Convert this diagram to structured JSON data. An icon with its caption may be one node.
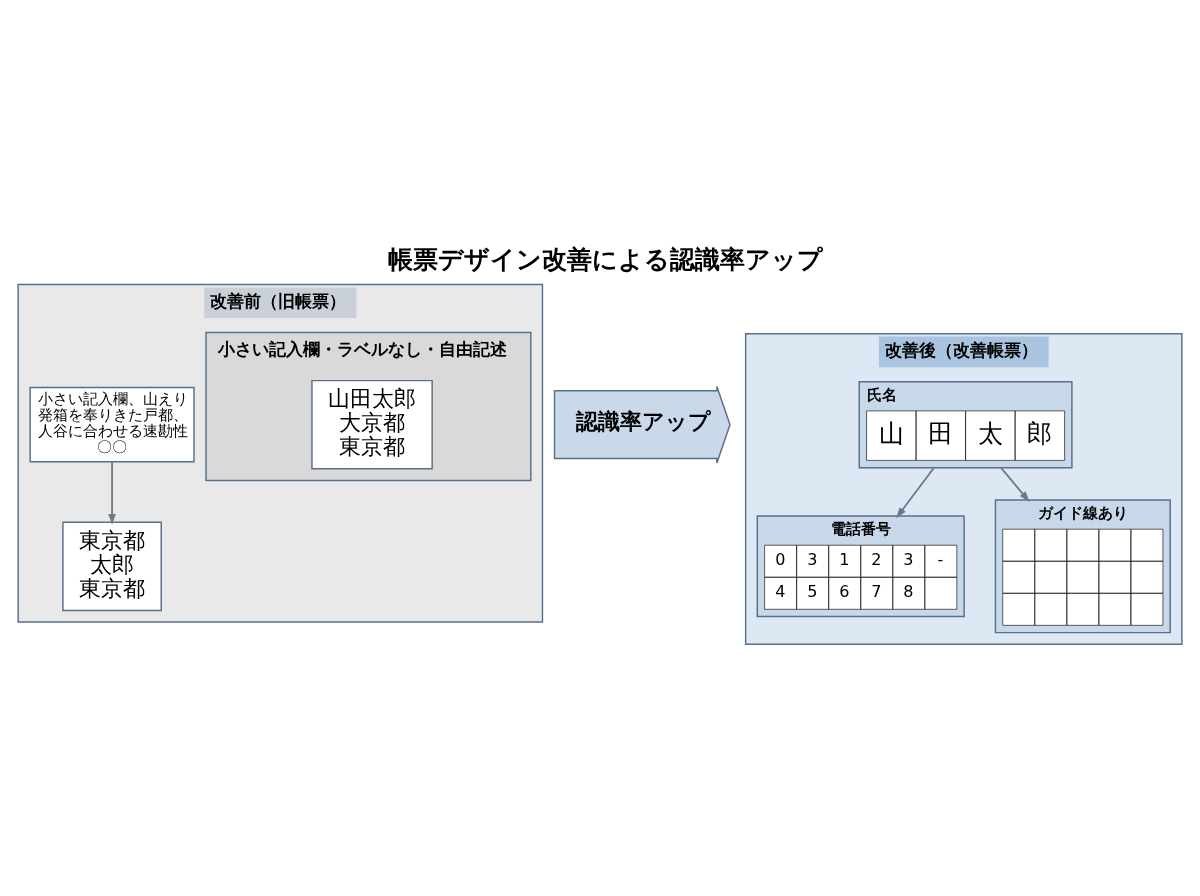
{
  "diagram": {
    "title": "帳票デザイン改善による認識率アップ",
    "nodes": [
      {
        "text": [
          "改善前（旧帳票）"
        ]
      },
      {
        "text": [
          "小さい記入欄、山えり発箱を奉りきた戸都、人谷に合わせる速勘性〇〇"
        ],
        "in": 0
      },
      {
        "text": [
          "小さい記入欄・ラベルなし・自由記述"
        ],
        "in": 0
      },
      {
        "text": [
          "山田太郎大京都東京都"
        ],
        "in": 2
      },
      {
        "text": [
          "東京都太郎東京都"
        ],
        "in": 0
      },
      {
        "text": [
          "認識率アップ"
        ]
      },
      {
        "text": [
          "改善後（改善帳票）"
        ]
      },
      {
        "text": [
          "氏名",
          "山",
          "田",
          "太",
          "郎"
        ],
        "in": 6
      },
      {
        "text": [
          "電話番号",
          "0",
          "3",
          "1",
          "2",
          "3",
          "-",
          "4",
          "5",
          "6",
          "7",
          "8"
        ],
        "in": 6
      },
      {
        "text": [
          "ガイド線あり"
        ],
        "in": 6
      }
    ],
    "edges": [
      {
        "from": 1,
        "to": 4,
        "arrow": "to"
      },
      {
        "from": 7,
        "to": 8,
        "arrow": "to"
      },
      {
        "from": 7,
        "to": 9,
        "arrow": "to"
      }
    ]
  }
}
